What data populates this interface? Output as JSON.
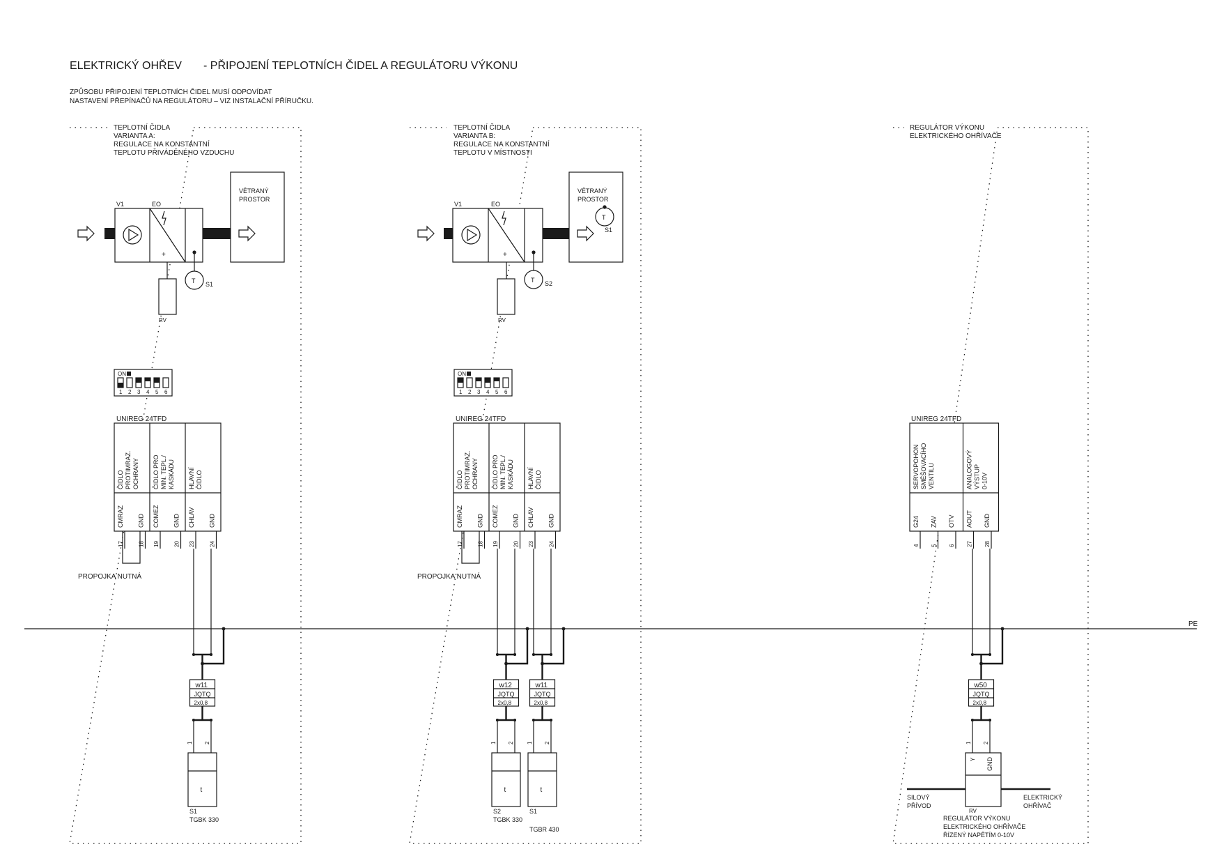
{
  "header": {
    "title_left": "ELEKTRICKÝ OHŘEV",
    "title_right": "- PŘIPOJENÍ TEPLOTNÍCH ČIDEL A REGULÁTORU VÝKONU",
    "note_line1": "ZPŮSOBU PŘIPOJENÍ TEPLOTNÍCH ČIDEL MUSÍ ODPOVÍDAT",
    "note_line2": "NASTAVENÍ PŘEPÍNAČŮ NA REGULÁTORU – VIZ INSTALAČNÍ PŘÍRUČKU."
  },
  "pe_label": "PE",
  "variant_a": {
    "heading": [
      "TEPLOTNÍ ČIDLA",
      "VARIANTA A:",
      "REGULACE NA KONSTANTNÍ",
      "TEPLOTU PŘIVÁDĚNÉHO VZDUCHU"
    ],
    "fan_label": "V1",
    "heater_label": "EO",
    "room_label": [
      "VĚTRANÝ",
      "PROSTOR"
    ],
    "sensor_symbol": "T",
    "sensor_label": "S1",
    "rv_label": "RV",
    "plus": "+",
    "dip": {
      "on_label": "ON",
      "switches": [
        {
          "n": "1",
          "state": "bottom"
        },
        {
          "n": "2",
          "state": "empty"
        },
        {
          "n": "3",
          "state": "top"
        },
        {
          "n": "4",
          "state": "half"
        },
        {
          "n": "5",
          "state": "top"
        },
        {
          "n": "6",
          "state": "empty"
        }
      ]
    },
    "controller": "UNIREG 24TFD",
    "groups": [
      [
        "ČIDLO",
        "PROTIMRAZ.",
        "OCHRANY"
      ],
      [
        "ČIDLO PRO",
        "MIN. TEPL./",
        "KASKÁDU"
      ],
      [
        "HLAVNÍ",
        "ČIDLO"
      ]
    ],
    "terminals": [
      {
        "name": "CMRAZ",
        "num": "17"
      },
      {
        "name": "GND",
        "num": "18"
      },
      {
        "name": "COMEZ",
        "num": "19"
      },
      {
        "name": "GND",
        "num": "20"
      },
      {
        "name": "CHLAV",
        "num": "23"
      },
      {
        "name": "GND",
        "num": "24"
      }
    ],
    "jumper_note": "PROPOJKA NUTNÁ",
    "cables": [
      {
        "id": "w11",
        "type": "JQTQ",
        "size": "2x0,8",
        "pin1": "1",
        "pin2": "2",
        "symbol": "t",
        "sensor": "S1",
        "model": "TGBK 330"
      }
    ]
  },
  "variant_b": {
    "heading": [
      "TEPLOTNÍ ČIDLA",
      "VARIANTA B:",
      "REGULACE NA KONSTANTNÍ",
      "TEPLOTU V MÍSTNOSTI"
    ],
    "fan_label": "V1",
    "heater_label": "EO",
    "room_label": [
      "VĚTRANÝ",
      "PROSTOR"
    ],
    "sensor_symbol": "T",
    "room_sensor_label": "S1",
    "duct_sensor_label": "S2",
    "rv_label": "RV",
    "plus": "+",
    "dip": {
      "on_label": "ON",
      "switches": [
        {
          "n": "1",
          "state": "top"
        },
        {
          "n": "2",
          "state": "empty"
        },
        {
          "n": "3",
          "state": "half"
        },
        {
          "n": "4",
          "state": "top"
        },
        {
          "n": "5",
          "state": "half"
        },
        {
          "n": "6",
          "state": "empty"
        }
      ]
    },
    "controller": "UNIREG 24TFD",
    "groups": [
      [
        "ČIDLO",
        "PROTIMRAZ.",
        "OCHRANY"
      ],
      [
        "ČIDLO PRO",
        "MIN. TEPL./",
        "KASKÁDU"
      ],
      [
        "HLAVNÍ",
        "ČIDLO"
      ]
    ],
    "terminals": [
      {
        "name": "CMRAZ",
        "num": "17"
      },
      {
        "name": "GND",
        "num": "18"
      },
      {
        "name": "COMEZ",
        "num": "19"
      },
      {
        "name": "GND",
        "num": "20"
      },
      {
        "name": "CHLAV",
        "num": "23"
      },
      {
        "name": "GND",
        "num": "24"
      }
    ],
    "jumper_note": "PROPOJKA NUTNÁ",
    "cables": [
      {
        "id": "w12",
        "type": "JQTQ",
        "size": "2x0,8",
        "pin1": "1",
        "pin2": "2",
        "symbol": "t",
        "sensor": "S2",
        "model": "TGBK 330"
      },
      {
        "id": "w11",
        "type": "JQTQ",
        "size": "2x0,8",
        "pin1": "1",
        "pin2": "2",
        "symbol": "t",
        "sensor": "S1",
        "model": "TGBR 430"
      }
    ]
  },
  "regulator": {
    "heading": [
      "REGULÁTOR VÝKONU",
      "ELEKTRICKÉHO OHŘÍVAČE"
    ],
    "controller": "UNIREG 24TFD",
    "groups": [
      [
        "SERVOPOHON",
        "SMĚŠOVACÍHO",
        "VENTILU"
      ],
      [
        "ANALOGOVÝ",
        "VÝSTUP",
        "0-10V"
      ]
    ],
    "terminals": [
      {
        "name": "G24",
        "num": "4"
      },
      {
        "name": "ZAV",
        "num": "5"
      },
      {
        "name": "OTV",
        "num": "6"
      },
      {
        "name": "AOUT",
        "num": "27"
      },
      {
        "name": "GND",
        "num": "28"
      }
    ],
    "cable": {
      "id": "w50",
      "type": "JQTQ",
      "size": "2x0,8",
      "pin1": "1",
      "pin2": "2"
    },
    "device_terminals": [
      "Y",
      "GND"
    ],
    "device_label": "RV",
    "supply_label": [
      "SILOVÝ",
      "PŘÍVOD"
    ],
    "heater_label": [
      "ELEKTRICKÝ",
      "OHŘÍVAČ"
    ],
    "device_desc": [
      "REGULÁTOR VÝKONU",
      "ELEKTRICKÉHO OHŘÍVAČE",
      "ŘÍZENÝ NAPĚTÍM 0-10V"
    ]
  }
}
